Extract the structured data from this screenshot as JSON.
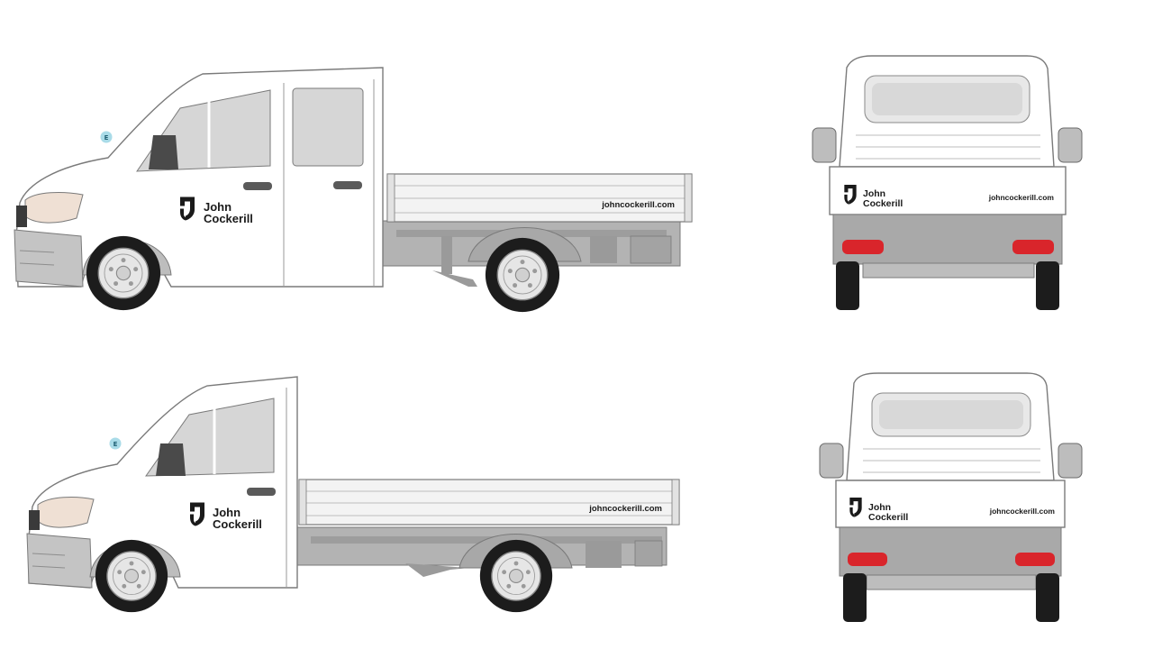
{
  "brand": {
    "name_line1": "John",
    "name_line2": "Cockerill",
    "url": "johncockerill.com",
    "logo_icon": "john-cockerill-shield-logo"
  },
  "badge": {
    "label": "E"
  },
  "colors": {
    "body": "#ffffff",
    "outline": "#7a7a7a",
    "glass": "#d6d6d6",
    "chassis": "#a9a9a9",
    "bumper": "#bdbdbd",
    "tyre": "#1c1c1c",
    "rim": "#e6e6e6",
    "taillight": "#d9252b",
    "badge": "#a9dbe8",
    "logo": "#1a1a1a"
  },
  "views": [
    {
      "id": "double-cab-side",
      "cab": "double cab",
      "view": "side"
    },
    {
      "id": "double-cab-rear",
      "cab": "double cab",
      "view": "rear"
    },
    {
      "id": "single-cab-side",
      "cab": "single cab",
      "view": "side"
    },
    {
      "id": "single-cab-rear",
      "cab": "single cab",
      "view": "rear"
    }
  ]
}
